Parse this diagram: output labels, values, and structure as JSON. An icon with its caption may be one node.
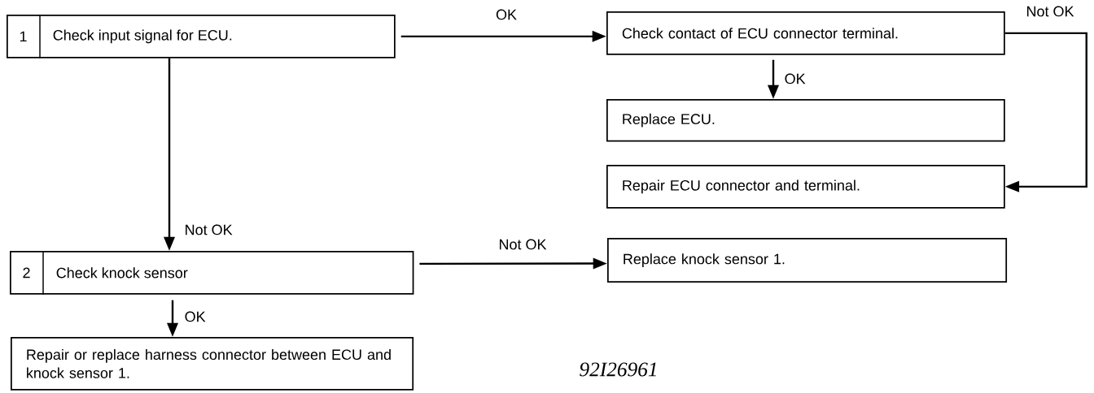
{
  "diagram": {
    "nodes": [
      {
        "text": [
          "1",
          "Check input signal for ECU."
        ]
      },
      {
        "text": [
          "Check contact of ECU connector terminal."
        ]
      },
      {
        "text": [
          "Replace ECU."
        ]
      },
      {
        "text": [
          "Repair ECU connector and terminal."
        ]
      },
      {
        "text": [
          "2",
          "Check knock sensor"
        ]
      },
      {
        "text": [
          "Replace knock sensor 1."
        ]
      },
      {
        "text": [
          "Repair or replace harness connector between ECU and knock sensor 1."
        ]
      }
    ],
    "edges": [
      {
        "from": 0,
        "to": 1,
        "arrow": "to",
        "label": "OK"
      },
      {
        "from": 1,
        "to": 2,
        "arrow": "to",
        "label": "OK"
      },
      {
        "from": 1,
        "to": 3,
        "arrow": "to",
        "label": "Not OK"
      },
      {
        "from": 0,
        "to": 4,
        "arrow": "to",
        "label": "Not OK"
      },
      {
        "from": 4,
        "to": 5,
        "arrow": "to",
        "label": "Not OK"
      },
      {
        "from": 4,
        "to": 6,
        "arrow": "to",
        "label": "OK"
      }
    ],
    "labels": [
      "92I26961"
    ]
  }
}
